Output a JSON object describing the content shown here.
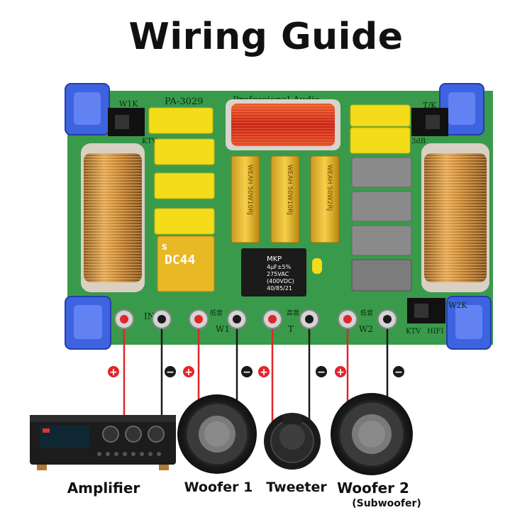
{
  "title": "Wiring Guide",
  "board": {
    "model": "PA-3029",
    "brand_text": "Professional Audio",
    "labels": {
      "w1k": "W1K",
      "tk": "T/K",
      "ktv_top": "KTV",
      "three_db": "3dB",
      "w2k": "W2K",
      "ktv": "KTV",
      "hifi": "HIFI",
      "in": "IN",
      "w1": "W1",
      "t": "T",
      "w2": "W2",
      "chinese_1": "低音",
      "chinese_2": "高音",
      "chinese_3": "低音"
    },
    "resistors": [
      "WEAH 50W10RJ",
      "WEAH 50W10RJ",
      "WEAH 50W2RJ"
    ],
    "dc44": {
      "line1": "DC44",
      "corner": "S"
    },
    "mkp": {
      "line1": "MKP",
      "line2": "4μF±5%",
      "line3": "275VAC",
      "line4": "(400VDC)",
      "line5": "40/85/21"
    }
  },
  "polarity": {
    "plus": "+",
    "minus": "−"
  },
  "devices": {
    "amplifier": "Amplifier",
    "woofer1": "Woofer 1",
    "tweeter": "Tweeter",
    "woofer2": "Woofer 2",
    "woofer2_sub": "(Subwoofer)"
  },
  "colors": {
    "pcb": "#3a9a4c",
    "wire_red": "#e0262a",
    "wire_black": "#1a1a1a",
    "cap_yellow": "#f4dc1a",
    "coil_copper": "#c7852f",
    "blue_corner": "#3e63e0"
  }
}
